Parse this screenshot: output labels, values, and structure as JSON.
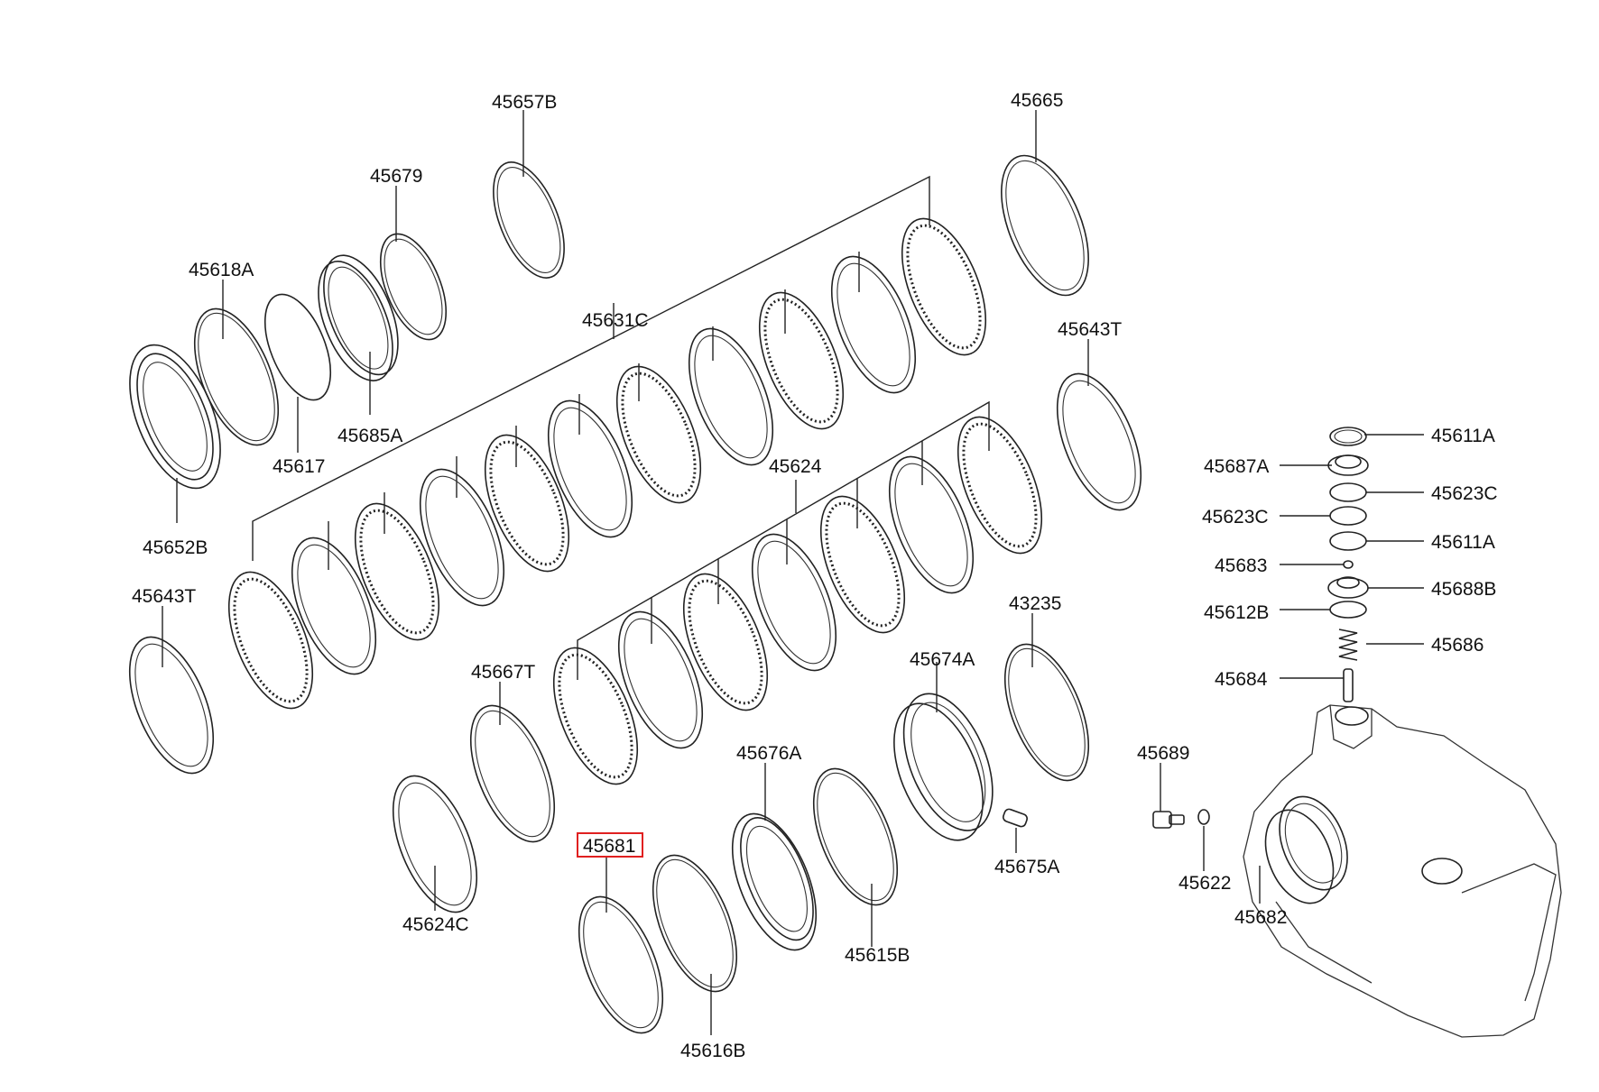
{
  "part_labels": {
    "p45657B": "45657B",
    "p45665": "45665",
    "p45679": "45679",
    "p45618A": "45618A",
    "p45631C": "45631C",
    "p45643T_right": "45643T",
    "p45685A": "45685A",
    "p45617": "45617",
    "p45652B": "45652B",
    "p45611A_top": "45611A",
    "p45687A": "45687A",
    "p45623C_right": "45623C",
    "p45623C_left": "45623C",
    "p45611A_mid": "45611A",
    "p45683": "45683",
    "p45688B": "45688B",
    "p45612B": "45612B",
    "p45686": "45686",
    "p45684": "45684",
    "p45624": "45624",
    "p45643T_left": "45643T",
    "p43235": "43235",
    "p45667T": "45667T",
    "p45674A": "45674A",
    "p45676A": "45676A",
    "p45689": "45689",
    "p45681": "45681",
    "p45675A": "45675A",
    "p45622": "45622",
    "p45682": "45682",
    "p45624C": "45624C",
    "p45615B": "45615B",
    "p45616B": "45616B"
  },
  "highlighted_part": "45681",
  "highlight_color": "#e02020"
}
